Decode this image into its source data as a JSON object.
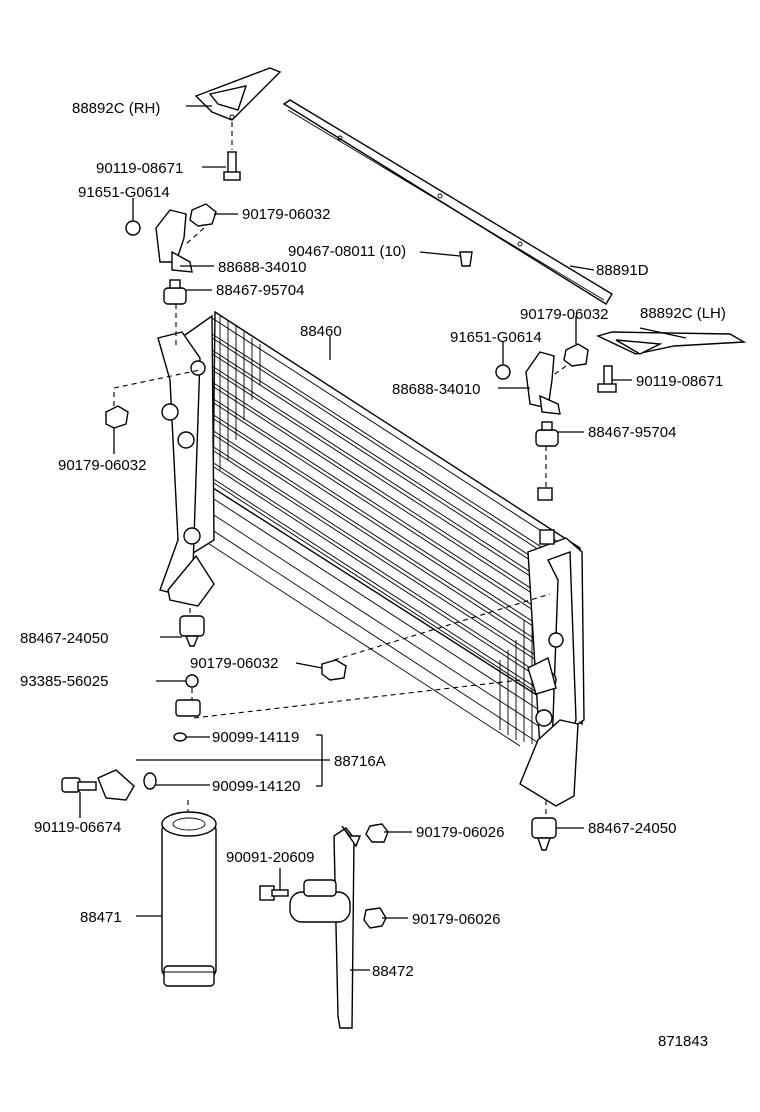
{
  "labels": {
    "p88892c_rh": "88892C (RH)",
    "p90119_08671_l": "90119-08671",
    "p91651_g0614_l": "91651-G0614",
    "p90179_06032_a": "90179-06032",
    "p90467_08011": "90467-08011 (10)",
    "p88891d": "88891D",
    "p88688_34010_l": "88688-34010",
    "p88467_95704_l": "88467-95704",
    "p90179_06032_b": "90179-06032",
    "p88892c_lh": "88892C (LH)",
    "p88460": "88460",
    "p91651_g0614_r": "91651-G0614",
    "p88688_34010_r": "88688-34010",
    "p90119_08671_r": "90119-08671",
    "p88467_95704_r": "88467-95704",
    "p90179_06032_c": "90179-06032",
    "p88467_24050_l": "88467-24050",
    "p90179_06032_d": "90179-06032",
    "p93385_56025": "93385-56025",
    "p90099_14119": "90099-14119",
    "p88716a": "88716A",
    "p90099_14120": "90099-14120",
    "p90119_06674": "90119-06674",
    "p90179_06026_a": "90179-06026",
    "p88467_24050_r": "88467-24050",
    "p90091_20609": "90091-20609",
    "p90179_06026_b": "90179-06026",
    "p88471": "88471",
    "p88472": "88472",
    "diagram_number": "871843"
  }
}
